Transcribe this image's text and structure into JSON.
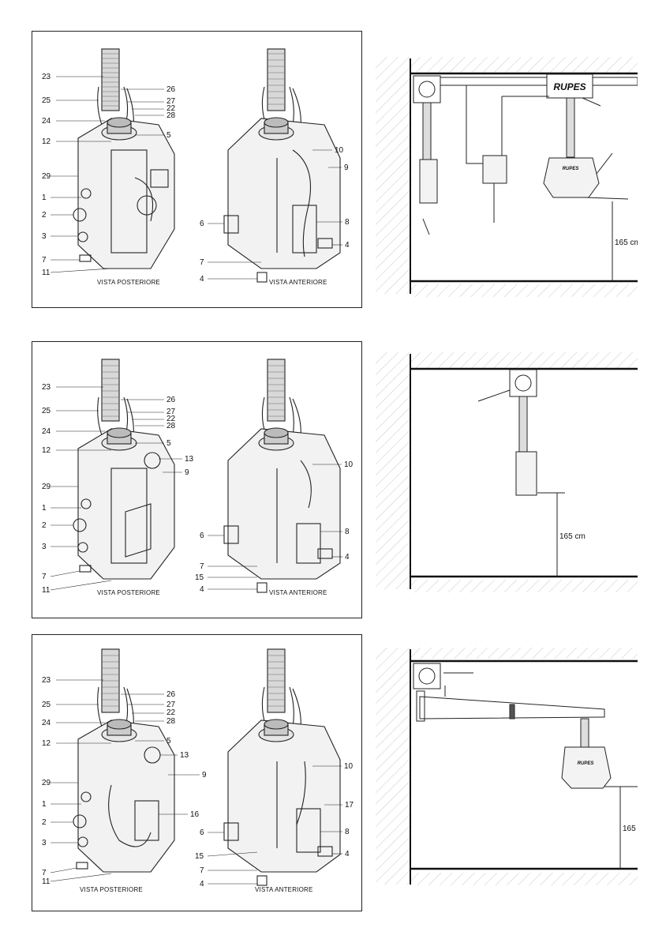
{
  "figures": [
    {
      "left_view_caption": "VISTA POSTERIORE",
      "right_view_caption": "VISTA ANTERIORE",
      "left_labels": [
        "23",
        "26",
        "25",
        "27",
        "22",
        "24",
        "28",
        "12",
        "5",
        "29",
        "1",
        "2",
        "3",
        "7",
        "11"
      ],
      "right_labels": [
        "10",
        "9",
        "6",
        "8",
        "4",
        "7",
        "4"
      ]
    },
    {
      "left_view_caption": "VISTA POSTERIORE",
      "right_view_caption": "VISTA ANTERIORE",
      "left_labels": [
        "23",
        "26",
        "25",
        "27",
        "22",
        "24",
        "28",
        "12",
        "5",
        "13",
        "9",
        "29",
        "1",
        "2",
        "3",
        "7",
        "11"
      ],
      "right_labels": [
        "10",
        "6",
        "8",
        "7",
        "15",
        "4",
        "4"
      ]
    },
    {
      "left_view_caption": "VISTA POSTERIORE",
      "right_view_caption": "VISTA ANTERIORE",
      "left_labels": [
        "23",
        "26",
        "25",
        "27",
        "22",
        "24",
        "28",
        "12",
        "5",
        "13",
        "9",
        "29",
        "16",
        "1",
        "2",
        "3",
        "7",
        "11"
      ],
      "right_labels": [
        "10",
        "17",
        "6",
        "8",
        "15",
        "4",
        "7",
        "4"
      ]
    }
  ],
  "installations": [
    {
      "brand_logo": "RUPES",
      "unit_logo": "RUPES",
      "height_label": "165 cm"
    },
    {
      "height_label": "165 cm"
    },
    {
      "unit_logo": "RUPES",
      "height_label": "165"
    }
  ]
}
